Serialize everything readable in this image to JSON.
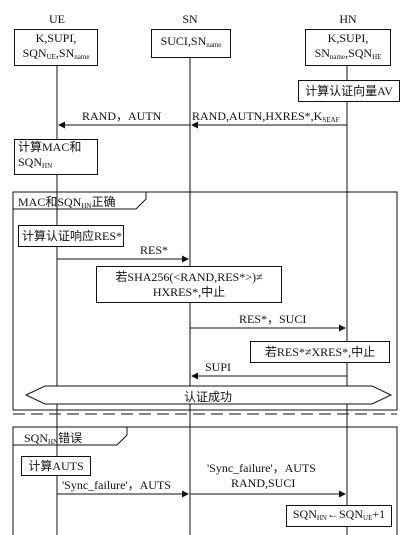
{
  "participants": [
    {
      "name": "UE"
    },
    {
      "name": "SN"
    },
    {
      "name": "HN"
    }
  ],
  "init": {
    "ue_line1": "K,SUPI,",
    "ue_sqn": "SQN",
    "ue_sqn_sub": "UE",
    "ue_sn": ",SN",
    "ue_sn_sub": "name",
    "sn_text": "SUCI,SN",
    "sn_sub": "name",
    "hn_line1": "K,SUPI,",
    "hn_sn": "SN",
    "hn_sn_sub": "name",
    "hn_sqn": ",SQN",
    "hn_sqn_sub": "HE"
  },
  "steps": {
    "compute_av": "计算认证向量AV",
    "msg_hn_sn": "RAND,AUTN,HXRES*,K",
    "msg_hn_sn_sub": "SEAF",
    "msg_sn_ue": "RAND，AUTN",
    "compute_mac_1": "计算MAC和",
    "compute_mac_2": "SQN",
    "compute_mac_sub": "HN"
  },
  "frame_ok": {
    "label_a": "MAC和SQN",
    "label_sub": "HN",
    "label_b": "正确",
    "compute_res": "计算认证响应RES*",
    "msg_res": "RES*",
    "check_1": "若SHA256(<RAND,RES*>)≠",
    "check_2": "HXRES*,中止",
    "msg_res_suci": "RES*，SUCI",
    "check_hn": "若RES*≠XRES*,中止",
    "msg_supi": "SUPI",
    "success": "认证成功"
  },
  "frame_err": {
    "label_a": "SQN",
    "label_sub": "HN",
    "label_b": "错误",
    "compute_auts": "计算AUTS",
    "msg_ue_sn": "'Sync_failure'，AUTS",
    "msg_sn_hn_1": "'Sync_failure'，AUTS",
    "msg_sn_hn_2": "RAND,SUCI",
    "update_a": "SQN",
    "update_sub_a": "HN",
    "update_b": "←SQN",
    "update_sub_b": "UE",
    "update_c": "+1"
  }
}
